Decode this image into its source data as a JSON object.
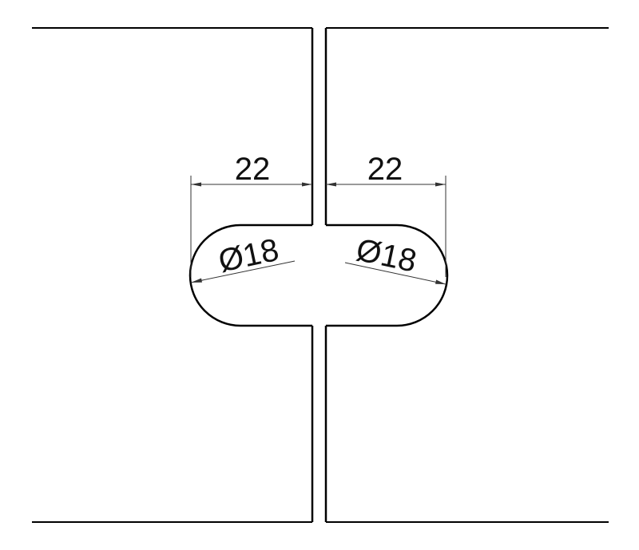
{
  "drawing": {
    "colors": {
      "line": "#000000",
      "dimension": "#222222",
      "background": "#ffffff"
    },
    "dimensions": {
      "left_width": "22",
      "right_width": "22",
      "left_diameter": "Ø18",
      "right_diameter": "Ø18"
    }
  }
}
